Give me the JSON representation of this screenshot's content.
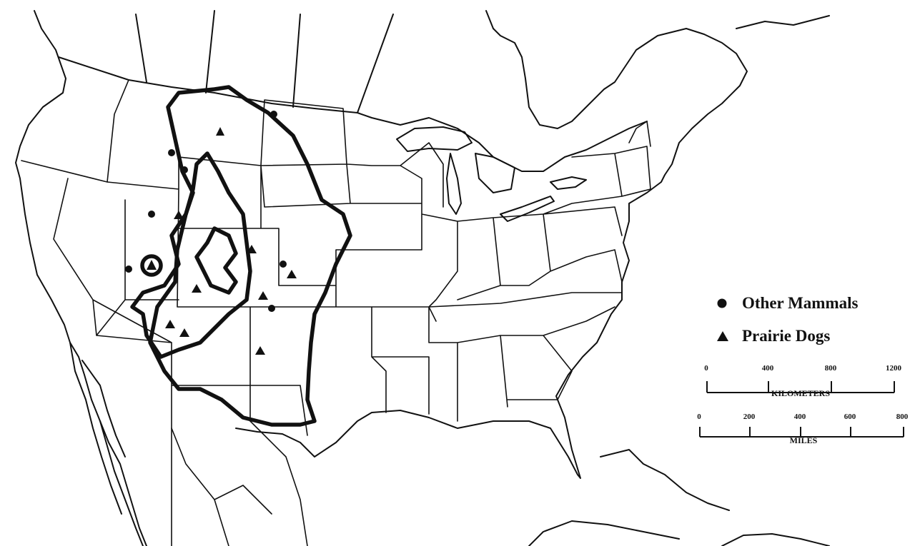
{
  "map": {
    "colors": {
      "ink": "#111111",
      "paper": "#ffffff"
    }
  },
  "legend": {
    "items": [
      {
        "symbol": "circle-icon",
        "label": "Other Mammals"
      },
      {
        "symbol": "triangle-icon",
        "label": "Prairie Dogs"
      }
    ]
  },
  "scales": {
    "kilometers": {
      "label": "KILOMETERS",
      "ticks": [
        "0",
        "400",
        "800",
        "1200"
      ]
    },
    "miles": {
      "label": "MILES",
      "ticks": [
        "0",
        "200",
        "400",
        "600",
        "800"
      ]
    }
  }
}
